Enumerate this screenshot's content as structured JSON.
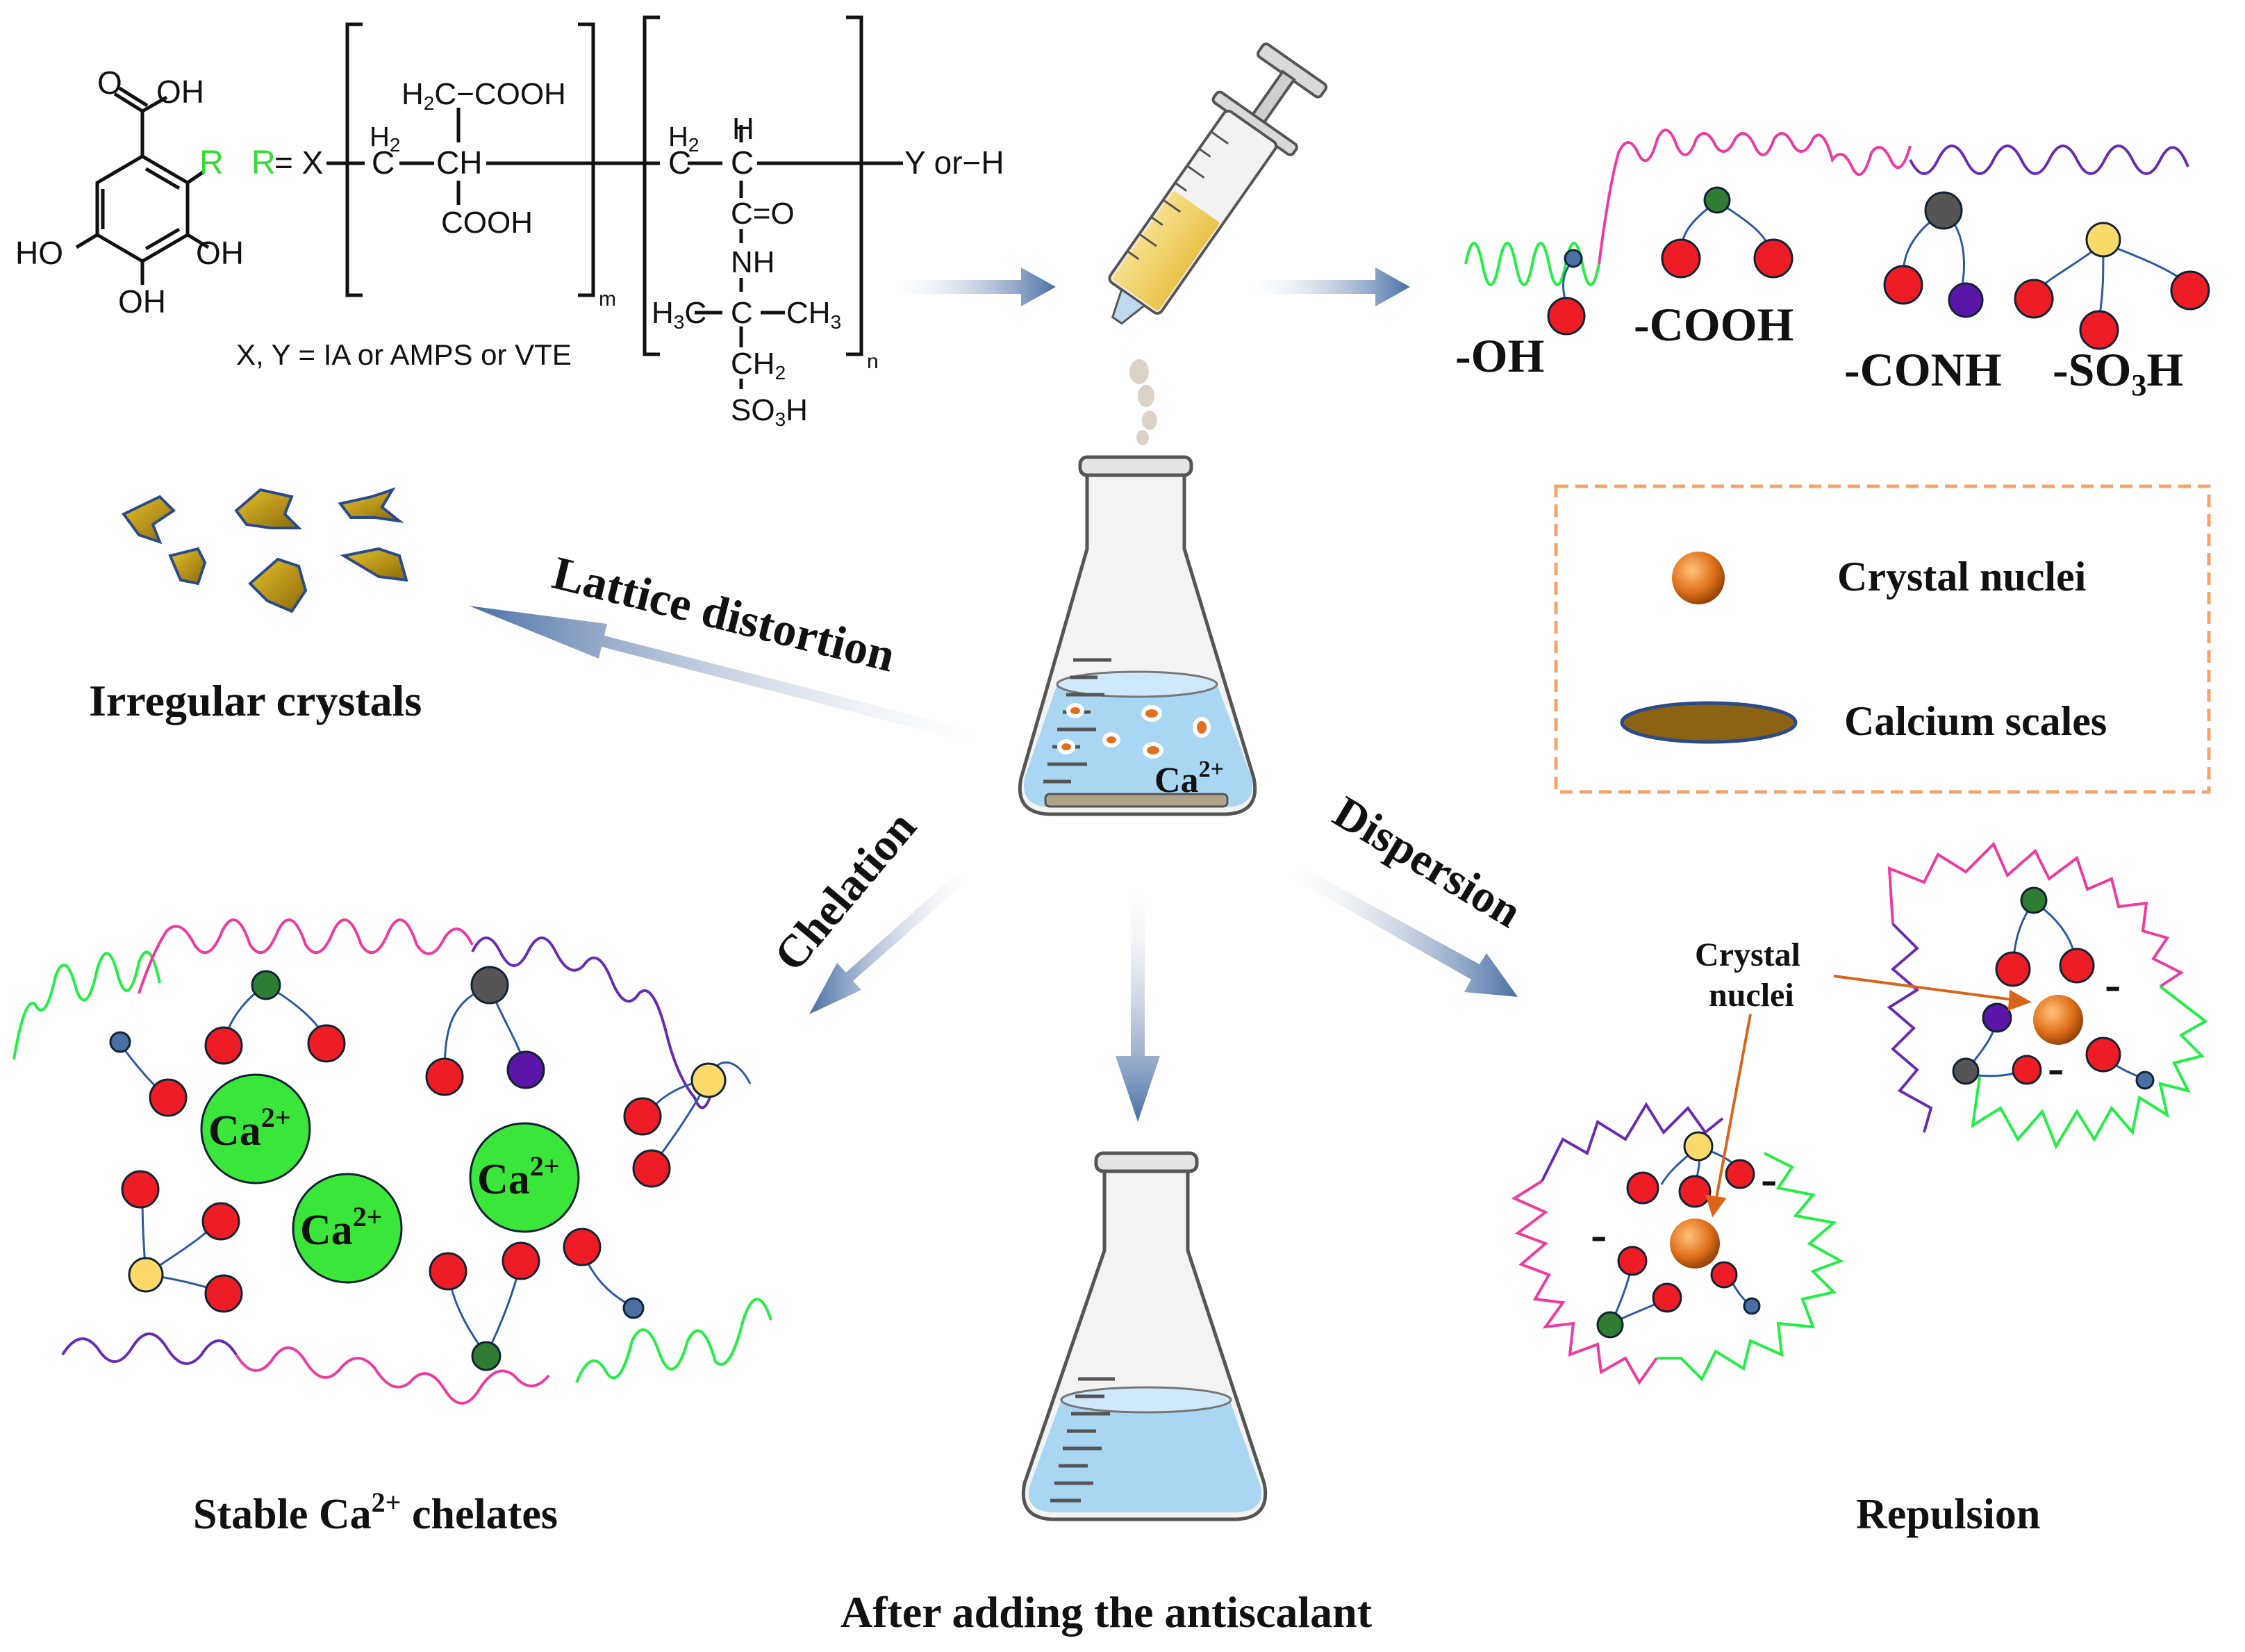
{
  "structure": {
    "benzoic_acid": {
      "carboxyl_o": "O",
      "carboxyl_oh": "OH",
      "r_group": "R",
      "hydroxyl_left": "HO",
      "hydroxyl_right": "OH",
      "hydroxyl_bottom": "OH"
    },
    "r_definition": {
      "r": "R",
      "equals_x": "= X",
      "ch2_h2": "H",
      "ch2_sub": "2",
      "ch2_c": "C",
      "side_chain": "H",
      "side_chain_sub": "2",
      "side_chain_rest": "C−COOH",
      "ch_label": "CH",
      "cooh_bottom": "COOH",
      "m_label": "m",
      "block2_h2": "H",
      "block2_h2_sub": "2",
      "block2_c": "C",
      "block2_h": "H",
      "block2_c2": "C",
      "carbonyl": "C=O",
      "nh": "NH",
      "h3c": "H",
      "h3c_sub": "3",
      "h3c_c": "C",
      "quaternary_c": "C",
      "ch3": "CH",
      "ch3_sub": "3",
      "ch2_lower": "CH",
      "ch2_lower_sub": "2",
      "so3h": "SO",
      "so3h_sub": "3",
      "so3h_h": "H",
      "n_label": "n",
      "end_group": "Y or−H",
      "xy_definition": "X, Y = IA or AMPS or VTE"
    }
  },
  "functional_groups": {
    "oh": "-OH",
    "cooh": "-COOH",
    "conh": "-CONH",
    "so3h_prefix": "-SO",
    "so3h_sub": "3",
    "so3h_suffix": "H"
  },
  "legend": {
    "crystal_nuclei": "Crystal nuclei",
    "calcium_scales": "Calcium scales"
  },
  "flask": {
    "ion": "Ca",
    "ion_charge": "2+"
  },
  "mechanisms": {
    "lattice_distortion": "Lattice  distortion",
    "chelation": "Chelation",
    "dispersion": "Dispersion"
  },
  "outcomes": {
    "irregular_crystals": "Irregular crystals",
    "chelates_prefix": "Stable Ca",
    "chelates_charge": "2+",
    "chelates_suffix": " chelates",
    "after_antiscalant": "After adding the antiscalant",
    "repulsion": "Repulsion"
  },
  "chelate_ions": [
    {
      "label": "Ca",
      "charge": "2+"
    },
    {
      "label": "Ca",
      "charge": "2+"
    },
    {
      "label": "Ca",
      "charge": "2+"
    }
  ],
  "repulsion_panel": {
    "nuclei_label_line1": "Crystal",
    "nuclei_label_line2": "nuclei",
    "charge": "-"
  },
  "colors": {
    "arrow_blue": "#4a6fa5",
    "node_red": "#ee1c25",
    "node_green": "#2e7d32",
    "node_gray": "#555555",
    "node_purple": "#5b16a8",
    "node_yellow": "#fbd96a",
    "ion_green": "#39e639",
    "nucleus_orange": "#e0711c",
    "scale_brown": "#8c6312",
    "water_blue": "#a9d6f2",
    "legend_border": "#f4a46a",
    "chain_green": "#22ee44",
    "chain_pink": "#ee3aa0",
    "chain_purple": "#6b2bb0"
  }
}
